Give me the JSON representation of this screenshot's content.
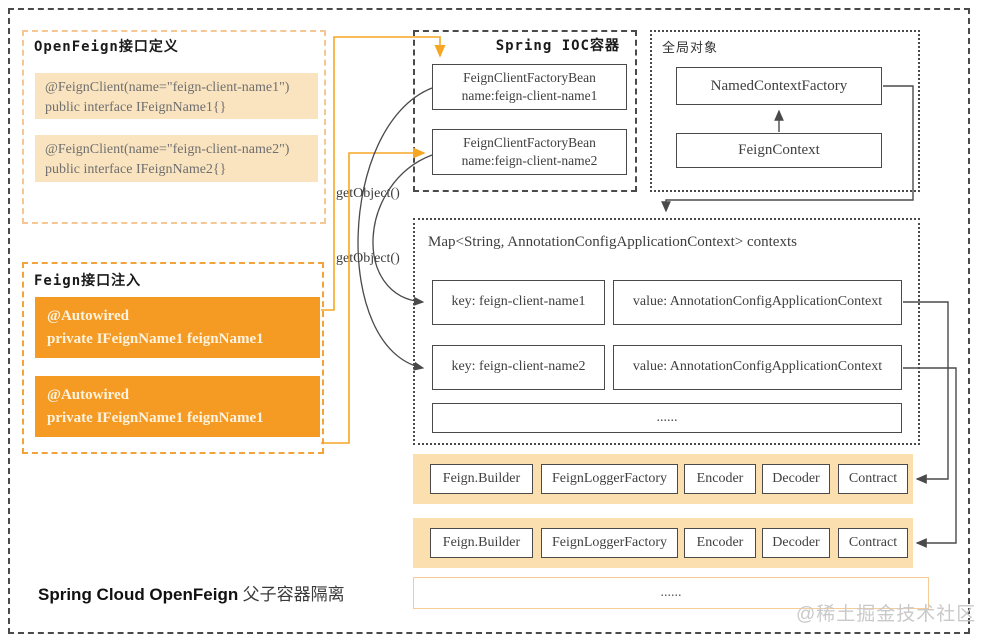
{
  "diagram": {
    "footer_title_en": "Spring Cloud OpenFeign",
    "footer_title_zh": "父子容器隔离",
    "watermark": "@稀土掘金技术社区"
  },
  "panels": {
    "openfeign_def": {
      "title": "OpenFeign接口定义",
      "snippets": [
        {
          "line1": "@FeignClient(name=\"feign-client-name1\")",
          "line2": "public interface IFeignName1{}"
        },
        {
          "line1": "@FeignClient(name=\"feign-client-name2\")",
          "line2": "public interface IFeignName2{}"
        }
      ]
    },
    "feign_inject": {
      "title": "Feign接口注入",
      "snippets": [
        {
          "line1": "@Autowired",
          "line2": "private IFeignName1 feignName1"
        },
        {
          "line1": "@Autowired",
          "line2": "private IFeignName1 feignName1"
        }
      ]
    },
    "spring_ioc": {
      "title": "Spring IOC容器",
      "beans": [
        {
          "line1": "FeignClientFactoryBean",
          "line2": "name:feign-client-name1"
        },
        {
          "line1": "FeignClientFactoryBean",
          "line2": "name:feign-client-name2"
        }
      ]
    },
    "global_objects": {
      "title": "全局对象",
      "nodes": [
        "NamedContextFactory",
        "FeignContext"
      ]
    },
    "contexts_map": {
      "title": "Map<String, AnnotationConfigApplicationContext> contexts",
      "rows": [
        {
          "key": "key: feign-client-name1",
          "value": "value: AnnotationConfigApplicationContext"
        },
        {
          "key": "key: feign-client-name2",
          "value": "value: AnnotationConfigApplicationContext"
        }
      ],
      "ellipsis": "......"
    },
    "builder_row": {
      "items": [
        "Feign.Builder",
        "FeignLoggerFactory",
        "Encoder",
        "Decoder",
        "Contract"
      ]
    },
    "bottom_ellipsis": "......"
  },
  "labels": {
    "get_object_1": "getObject()",
    "get_object_2": "getObject()"
  },
  "colors": {
    "accent_orange": "#f59a23",
    "light_orange_bg": "#fae4c0",
    "builder_row_bg": "#fbdfae",
    "line_dark": "#4a4a4a",
    "watermark_gray": "#c9c9c9"
  }
}
